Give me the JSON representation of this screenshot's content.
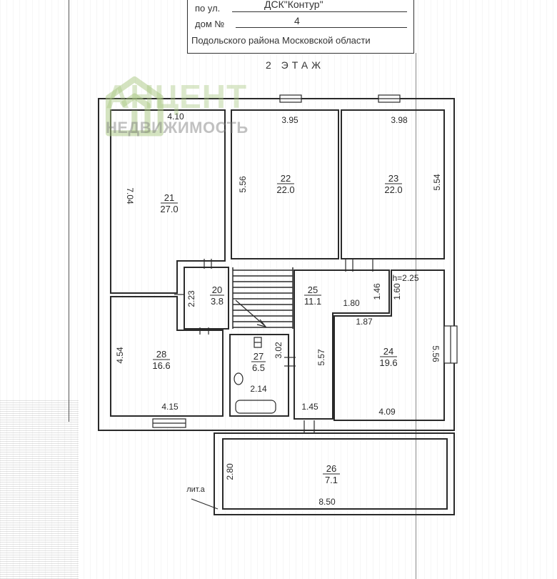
{
  "header": {
    "street_label": "по ул.",
    "street_value": "ДСК\"Контур\"",
    "house_label": "дом №",
    "house_value": "4",
    "district": "Подольского района Московской области"
  },
  "floor_title": "2 ЭТАЖ",
  "watermark": {
    "name": "АНЦЕНТ",
    "subtitle": "НЕДВИЖИМОСТЬ"
  },
  "rooms": [
    {
      "number": "21",
      "area": "27.0"
    },
    {
      "number": "22",
      "area": "22.0"
    },
    {
      "number": "23",
      "area": "22.0"
    },
    {
      "number": "20",
      "area": "3.8"
    },
    {
      "number": "25",
      "area": "11.1"
    },
    {
      "number": "28",
      "area": "16.6"
    },
    {
      "number": "27",
      "area": "6.5"
    },
    {
      "number": "24",
      "area": "19.6"
    },
    {
      "number": "26",
      "area": "7.1"
    }
  ],
  "dimensions": {
    "d410": "4.10",
    "d395": "3.95",
    "d398": "3.98",
    "d704": "7.04",
    "d556a": "5.56",
    "d554": "5.54",
    "d223": "2.23",
    "d146": "1.46",
    "d160": "1.60",
    "dh225": "h=2.25",
    "d180": "1.80",
    "d187": "1.87",
    "d454": "4.54",
    "d302": "3.02",
    "d557": "5.57",
    "d556b": "5.56",
    "d214": "2.14",
    "d415": "4.15",
    "d145": "1.45",
    "d409": "4.09",
    "d280": "2.80",
    "d850": "8.50"
  },
  "lit_label": "лит.а"
}
